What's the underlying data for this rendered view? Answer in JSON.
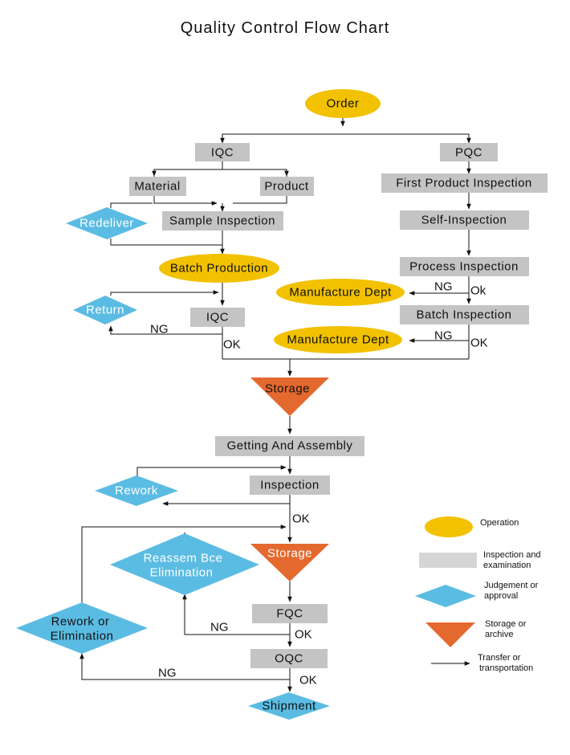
{
  "title": "Quality Control Flow Chart",
  "nodes": {
    "order": "Order",
    "iqc_top": "IQC",
    "pqc": "PQC",
    "material": "Material",
    "product": "Product",
    "first_product_inspection": "First Product Inspection",
    "redeliver": "Redeliver",
    "sample_inspection": "Sample Inspection",
    "self_inspection": "Self-Inspection",
    "batch_production": "Batch Production",
    "process_inspection": "Process Inspection",
    "manufacture_dept_1": "Manufacture Dept",
    "return": "Return",
    "iqc_mid": "IQC",
    "batch_inspection": "Batch Inspection",
    "manufacture_dept_2": "Manufacture Dept",
    "storage_1": "Storage",
    "getting_and_assembly": "Getting And Assembly",
    "rework": "Rework",
    "inspection": "Inspection",
    "storage_2": "Storage",
    "reassem_line1": "Reassem Bce",
    "reassem_line2": "Elimination",
    "rework_elim_line1": "Rework  or",
    "rework_elim_line2": "Elimination",
    "fqc": "FQC",
    "oqc": "OQC",
    "shipment": "Shipment"
  },
  "edge_labels": {
    "ng_process": "NG",
    "ok_process": "Ok",
    "ng_iqc": "NG",
    "ok_iqc": "OK",
    "ng_batch": "NG",
    "ok_batch": "OK",
    "ok_inspection": "OK",
    "ng_fqc": "NG",
    "ok_fqc": "OK",
    "ng_oqc": "NG",
    "ok_oqc": "OK"
  },
  "legend": {
    "operation": "Operation",
    "inspection_line1": "Inspection and",
    "inspection_line2": "examination",
    "judgement_line1": "Judgement or",
    "judgement_line2": "approval",
    "storage_line1": "Storage or",
    "storage_line2": "archive",
    "transfer_line1": "Transfer or",
    "transfer_line2": "transportation"
  },
  "colors": {
    "operation": "#f2c100",
    "inspection": "#c4c4c4",
    "judgement": "#5bbce3",
    "storage": "#e4692e",
    "line": "#111111"
  }
}
